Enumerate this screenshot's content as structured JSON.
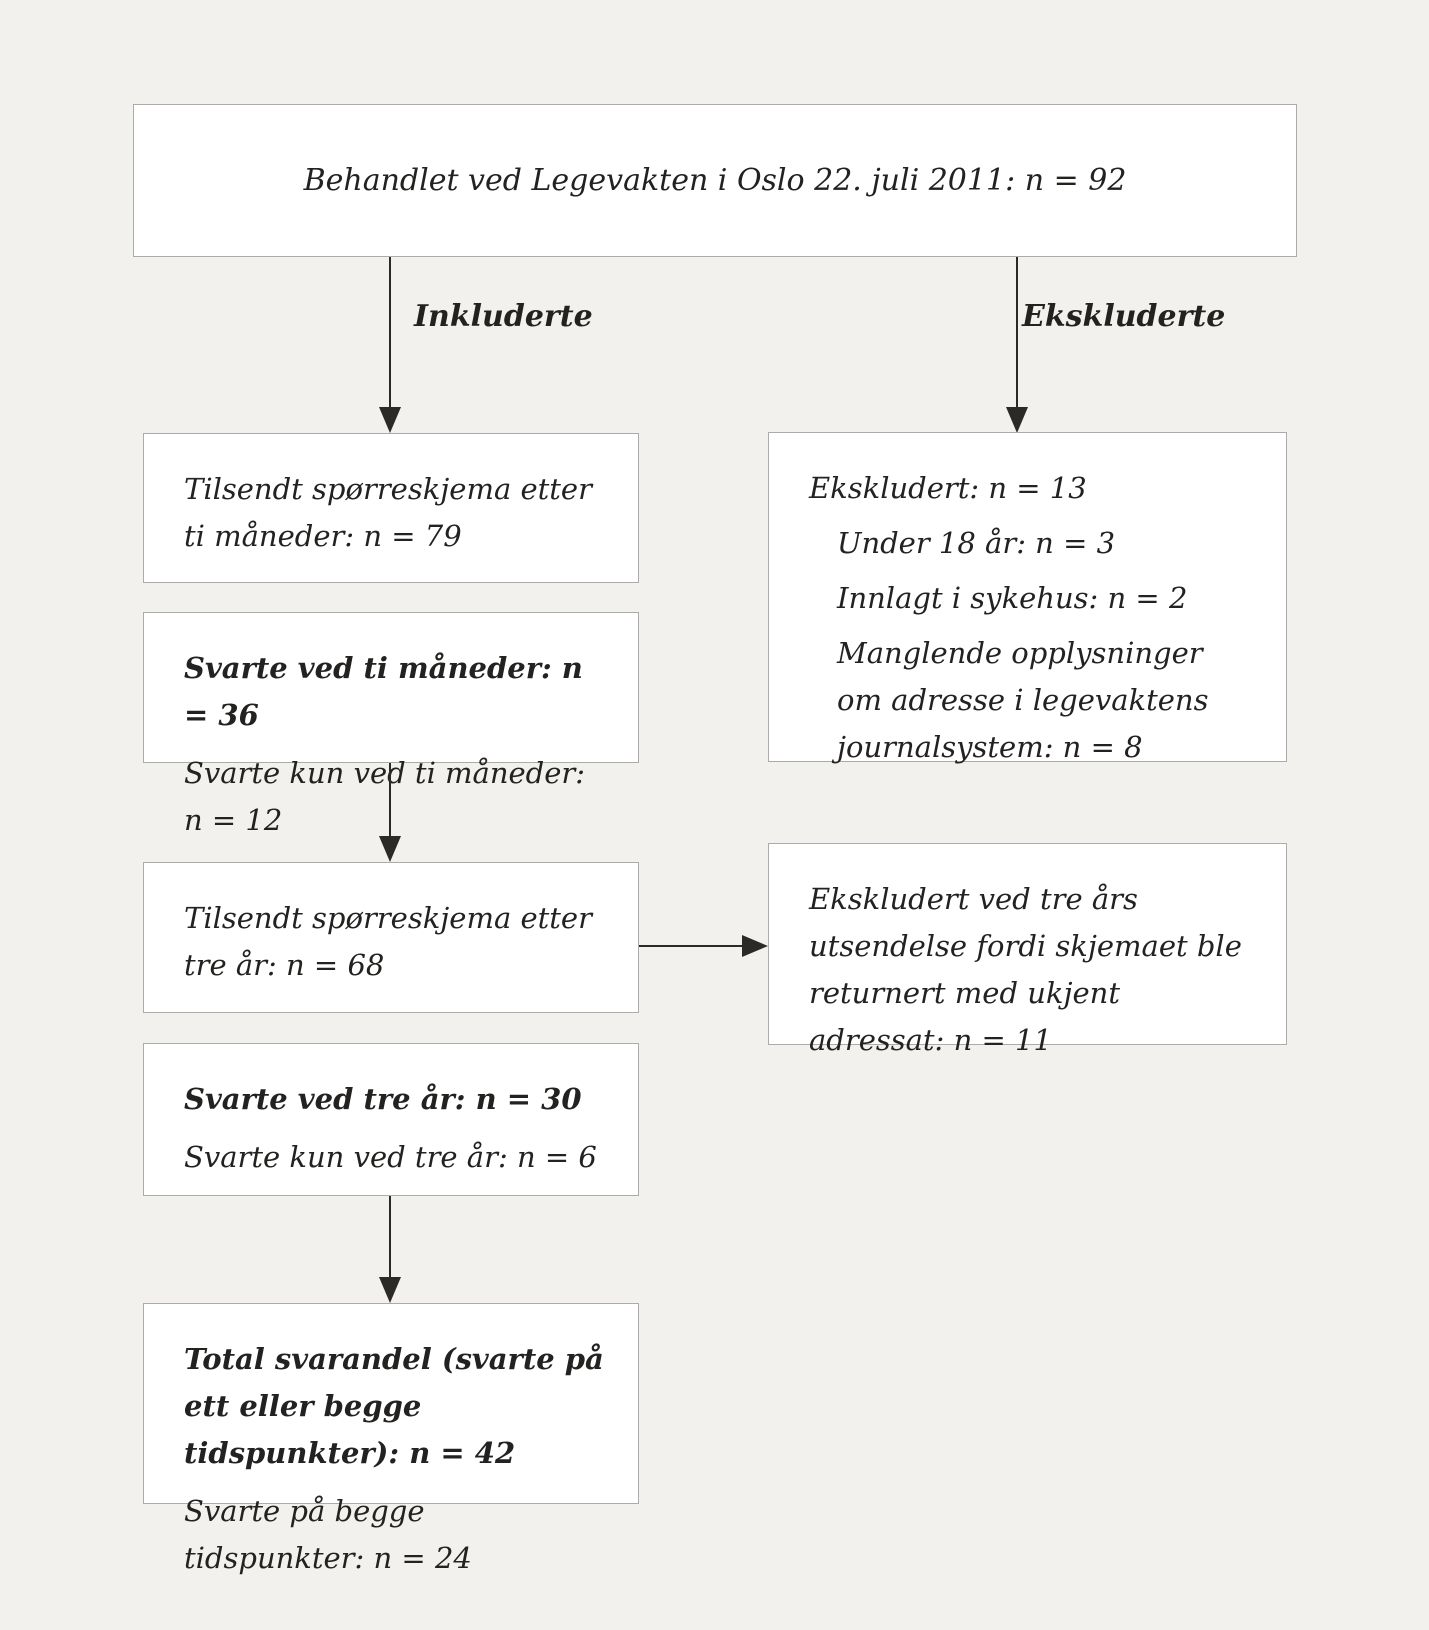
{
  "palette": {
    "background": "#f2f1ee",
    "box_fill": "#ffffff",
    "box_border": "#acaba9",
    "arrow": "#2b2a27",
    "text": "#232220"
  },
  "diagram": {
    "source_box": "Behandlet ved Legevakten i Oslo 22. juli 2011: n = 92",
    "branches": {
      "included_label": "Inkluderte",
      "excluded_label": "Ekskluderte"
    },
    "sent_ten_months": "Tilsendt spørreskjema etter ti måneder: n = 79",
    "answered_ten_months": "Svarte ved ti måneder: n = 36",
    "answered_only_ten_months": "Svarte kun ved ti måneder: n = 12",
    "excluded_box": {
      "title": "Ekskludert: n = 13",
      "items": [
        "Under 18 år: n = 3",
        "Innlagt i sykehus: n = 2",
        "Manglende opplysninger om adresse i legevaktens journalsystem: n = 8"
      ]
    },
    "sent_three_years": "Tilsendt spørreskjema etter tre år: n = 68",
    "excluded_three_years": "Ekskludert ved tre års utsendelse fordi skjemaet ble returnert med ukjent adressat: n = 11",
    "answered_three_years": "Svarte ved tre år: n = 30",
    "answered_only_three_years": "Svarte kun ved tre år: n = 6",
    "total_response": "Total svarandel (svarte på ett eller begge tidspunkter): n = 42",
    "answered_both_times": "Svarte på begge tidspunkter: n = 24"
  }
}
